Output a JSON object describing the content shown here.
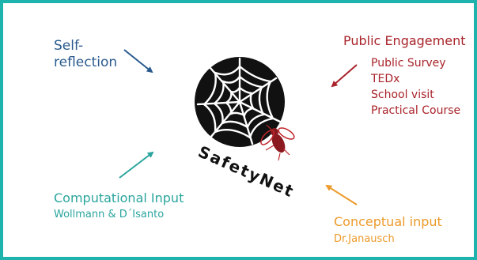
{
  "logo_text": "SafetyNet",
  "self_reflection": "Self-\nreflection",
  "public_engagement": {
    "title": "Public Engagement",
    "items": [
      "Public Survey",
      "TEDx",
      "School visit",
      "Practical Course"
    ]
  },
  "computational": {
    "title": "Computational Input",
    "authors": "Wollmann & D´Isanto"
  },
  "conceptual": {
    "title": "Conceptual input",
    "author": "Dr.Janausch"
  },
  "colors": {
    "frame": "#1fb3ad",
    "self_reflection": "#2a5a8e",
    "public_engagement": "#a8232a",
    "computational": "#2aa59d",
    "conceptual": "#ec9a2a"
  }
}
